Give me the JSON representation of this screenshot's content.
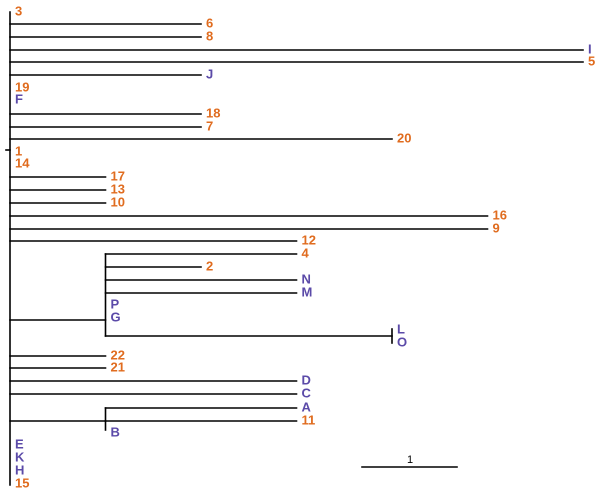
{
  "colors": {
    "numeric_label": "#e06c1f",
    "letter_label": "#5b4aa8",
    "branch": "#000000"
  },
  "scale_bar": {
    "label": "1",
    "length": 1
  },
  "tree": {
    "root_labels": [
      "1",
      "14"
    ],
    "leaves": [
      {
        "label": "3",
        "kind": "numeric",
        "branch": 0
      },
      {
        "label": "6",
        "kind": "numeric",
        "branch": 2.0
      },
      {
        "label": "8",
        "kind": "numeric",
        "branch": 2.0
      },
      {
        "label": "I",
        "kind": "letter",
        "branch": 6.0
      },
      {
        "label": "5",
        "kind": "numeric",
        "branch": 6.0
      },
      {
        "label": "J",
        "kind": "letter",
        "branch": 2.0
      },
      {
        "label": "19",
        "kind": "numeric",
        "branch": 0
      },
      {
        "label": "F",
        "kind": "letter",
        "branch": 0
      },
      {
        "label": "18",
        "kind": "numeric",
        "branch": 2.0
      },
      {
        "label": "7",
        "kind": "numeric",
        "branch": 2.0
      },
      {
        "label": "20",
        "kind": "numeric",
        "branch": 4.0
      },
      {
        "label": "17",
        "kind": "numeric",
        "branch": 1.0
      },
      {
        "label": "13",
        "kind": "numeric",
        "branch": 1.0
      },
      {
        "label": "10",
        "kind": "numeric",
        "branch": 1.0
      },
      {
        "label": "16",
        "kind": "numeric",
        "branch": 5.0
      },
      {
        "label": "9",
        "kind": "numeric",
        "branch": 5.0
      },
      {
        "label": "12",
        "kind": "numeric",
        "branch": 3.0
      },
      {
        "label": "22",
        "kind": "numeric",
        "branch": 1.0
      },
      {
        "label": "21",
        "kind": "numeric",
        "branch": 1.0
      },
      {
        "label": "D",
        "kind": "letter",
        "branch": 3.0
      },
      {
        "label": "C",
        "kind": "letter",
        "branch": 3.0
      },
      {
        "label": "E",
        "kind": "letter",
        "branch": 0
      },
      {
        "label": "K",
        "kind": "letter",
        "branch": 0
      },
      {
        "label": "H",
        "kind": "letter",
        "branch": 0
      },
      {
        "label": "15",
        "kind": "numeric",
        "branch": 0
      }
    ],
    "clade_PG": {
      "stem": 1.0,
      "node_labels": [
        "P",
        "G"
      ],
      "leaves": [
        {
          "label": "4",
          "kind": "numeric",
          "branch": 2.0
        },
        {
          "label": "2",
          "kind": "numeric",
          "branch": 1.0
        },
        {
          "label": "N",
          "kind": "letter",
          "branch": 2.0
        },
        {
          "label": "M",
          "kind": "letter",
          "branch": 2.0
        }
      ],
      "subclade": {
        "branch": 3.0,
        "leaves": [
          {
            "label": "L",
            "kind": "letter",
            "branch": 0
          },
          {
            "label": "O",
            "kind": "letter",
            "branch": 0
          }
        ]
      }
    },
    "clade_B": {
      "stem": 1.0,
      "node_labels": [
        "B"
      ],
      "leaves": [
        {
          "label": "A",
          "kind": "letter",
          "branch": 2.0
        },
        {
          "label": "11",
          "kind": "numeric",
          "branch": 2.0
        }
      ]
    }
  }
}
